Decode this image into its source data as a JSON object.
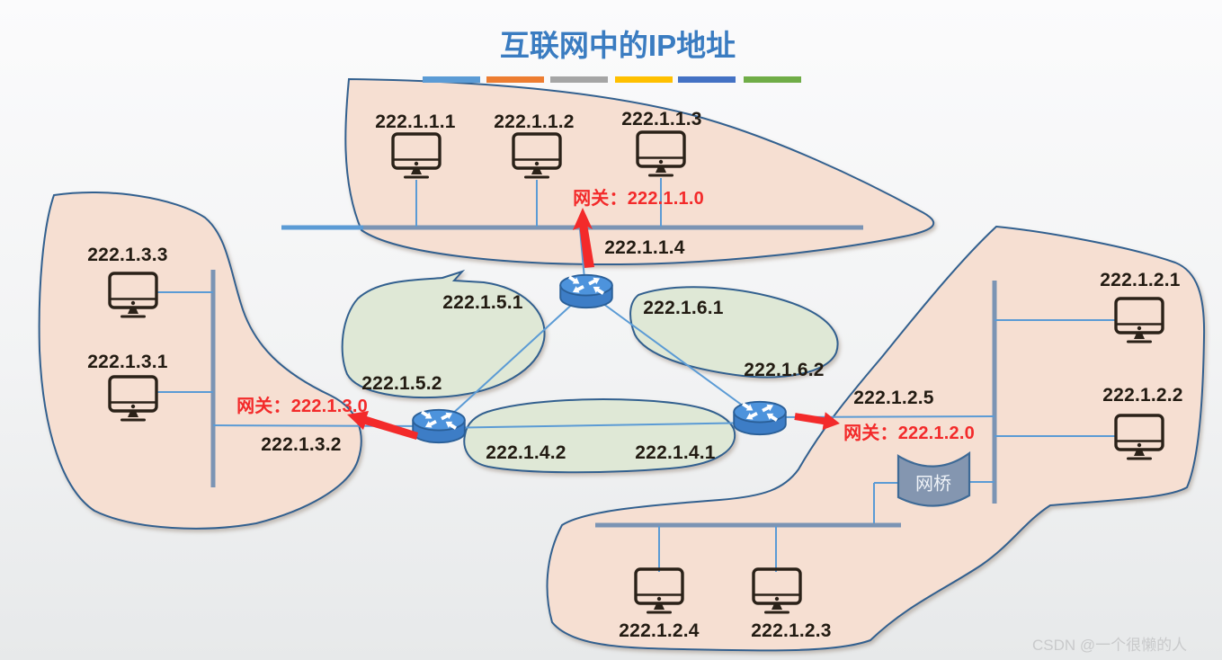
{
  "title": "互联网中的IP地址",
  "watermark": "CSDN @一个很懒的人",
  "legend_colors": [
    "#5B9BD5",
    "#ED7D31",
    "#A5A5A5",
    "#FFC000",
    "#4472C4",
    "#70AD47"
  ],
  "colors": {
    "title_blue": "#3A7CC1",
    "gateway_red": "#F32A2A",
    "lan_fill": "#F6DFD2",
    "wan_fill": "#DFE8D6",
    "blob_outline": "#31618F",
    "bus_blue": "#7B94B4",
    "link_blue": "#5B9BD5",
    "router_blue": "#3D7DC6",
    "bridge_fill": "#8496B0"
  },
  "network_1": {
    "hosts": [
      "222.1.1.1",
      "222.1.1.2",
      "222.1.1.3"
    ],
    "gateway": "网关：222.1.1.0",
    "router_port": "222.1.1.4"
  },
  "network_3": {
    "hosts": [
      "222.1.3.3",
      "222.1.3.1"
    ],
    "gateway": "网关：222.1.3.0",
    "router_port": "222.1.3.2"
  },
  "network_2": {
    "hosts": [
      "222.1.2.1",
      "222.1.2.2",
      "222.1.2.4",
      "222.1.2.3"
    ],
    "gateway": "网关：222.1.2.0",
    "router_port": "222.1.2.5",
    "bridge_label": "网桥"
  },
  "network_5": {
    "endpoints": [
      "222.1.5.1",
      "222.1.5.2"
    ]
  },
  "network_6": {
    "endpoints": [
      "222.1.6.1",
      "222.1.6.2"
    ]
  },
  "network_4": {
    "endpoints": [
      "222.1.4.2",
      "222.1.4.1"
    ]
  }
}
